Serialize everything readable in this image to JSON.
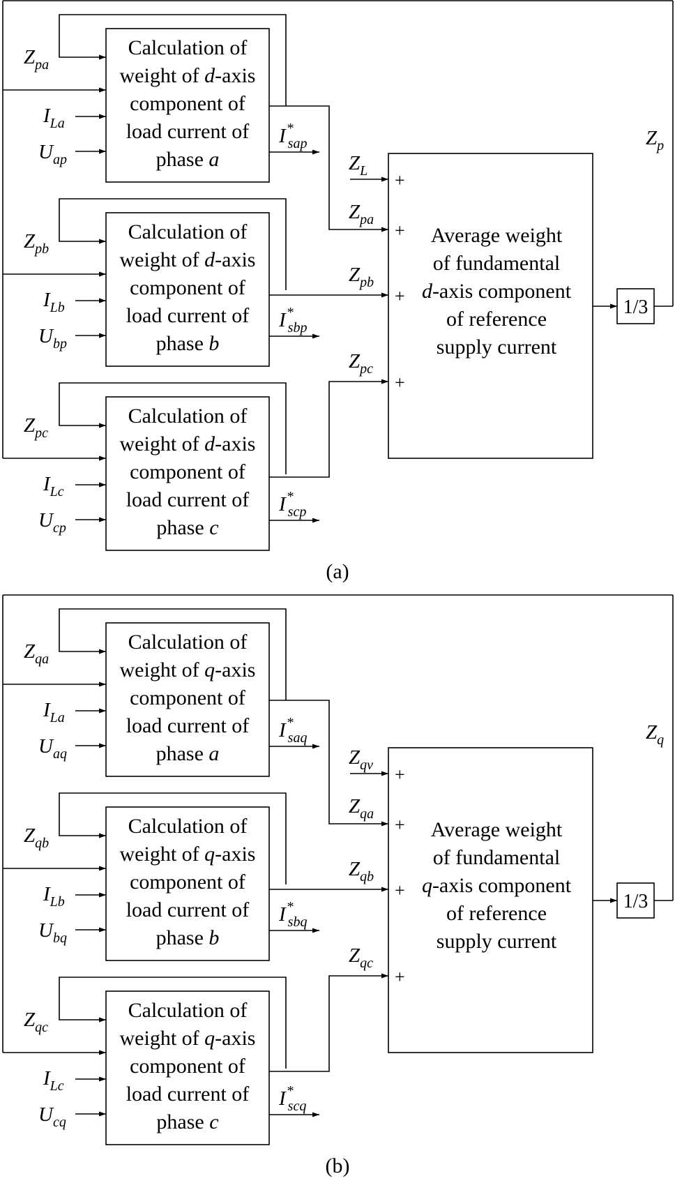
{
  "panels": [
    {
      "caption": "(a)",
      "phase_blocks": [
        {
          "lines": [
            {
              "t": "Calculation of"
            },
            {
              "t": "weight of ",
              "i": "d",
              "s": "-axis"
            },
            {
              "t": "component of"
            },
            {
              "t": "load current of"
            },
            {
              "t": "phase ",
              "i": "a"
            }
          ],
          "feedback_label": {
            "m": "Z",
            "s": "pa"
          },
          "input_I": {
            "m": "I",
            "s": "La"
          },
          "input_U": {
            "m": "U",
            "s": "ap"
          },
          "output": {
            "m": "I",
            "s": "sap",
            "sup": "*"
          }
        },
        {
          "lines": [
            {
              "t": "Calculation of"
            },
            {
              "t": "weight of ",
              "i": "d",
              "s": "-axis"
            },
            {
              "t": "component of"
            },
            {
              "t": "load current of"
            },
            {
              "t": "phase ",
              "i": "b"
            }
          ],
          "feedback_label": {
            "m": "Z",
            "s": "pb"
          },
          "input_I": {
            "m": "I",
            "s": "Lb"
          },
          "input_U": {
            "m": "U",
            "s": "bp"
          },
          "output": {
            "m": "I",
            "s": "sbp",
            "sup": "*"
          }
        },
        {
          "lines": [
            {
              "t": "Calculation of"
            },
            {
              "t": "weight of ",
              "i": "d",
              "s": "-axis"
            },
            {
              "t": "component of"
            },
            {
              "t": "load current of"
            },
            {
              "t": "phase ",
              "i": "c"
            }
          ],
          "feedback_label": {
            "m": "Z",
            "s": "pc"
          },
          "input_I": {
            "m": "I",
            "s": "Lc"
          },
          "input_U": {
            "m": "U",
            "s": "cp"
          },
          "output": {
            "m": "I",
            "s": "scp",
            "sup": "*"
          }
        }
      ],
      "average_block": {
        "lines": [
          {
            "t": "Average weight"
          },
          {
            "t": "of fundamental"
          },
          {
            "i": "d",
            "s": "-axis component"
          },
          {
            "t": "of reference"
          },
          {
            "t": "supply current"
          }
        ],
        "inputs": [
          {
            "label": {
              "m": "Z",
              "s": "L"
            },
            "sign": "+"
          },
          {
            "label": {
              "m": "Z",
              "s": "pa"
            },
            "sign": "+"
          },
          {
            "label": {
              "m": "Z",
              "s": "pb"
            },
            "sign": "+"
          },
          {
            "label": {
              "m": "Z",
              "s": "pc"
            },
            "sign": "+"
          }
        ]
      },
      "gain": "1/3",
      "feedback_output": {
        "m": "Z",
        "s": "p"
      }
    },
    {
      "caption": "(b)",
      "phase_blocks": [
        {
          "lines": [
            {
              "t": "Calculation of"
            },
            {
              "t": "weight of ",
              "i": "q",
              "s": "-axis"
            },
            {
              "t": "component of"
            },
            {
              "t": "load current of"
            },
            {
              "t": "phase ",
              "i": "a"
            }
          ],
          "feedback_label": {
            "m": "Z",
            "s": "qa"
          },
          "input_I": {
            "m": "I",
            "s": "La"
          },
          "input_U": {
            "m": "U",
            "s": "aq"
          },
          "output": {
            "m": "I",
            "s": "saq",
            "sup": "*"
          }
        },
        {
          "lines": [
            {
              "t": "Calculation of"
            },
            {
              "t": "weight of ",
              "i": "q",
              "s": "-axis"
            },
            {
              "t": "component of"
            },
            {
              "t": "load current of"
            },
            {
              "t": "phase ",
              "i": "b"
            }
          ],
          "feedback_label": {
            "m": "Z",
            "s": "qb"
          },
          "input_I": {
            "m": "I",
            "s": "Lb"
          },
          "input_U": {
            "m": "U",
            "s": "bq"
          },
          "output": {
            "m": "I",
            "s": "sbq",
            "sup": "*"
          }
        },
        {
          "lines": [
            {
              "t": "Calculation of"
            },
            {
              "t": "weight of ",
              "i": "q",
              "s": "-axis"
            },
            {
              "t": "component of"
            },
            {
              "t": "load current of"
            },
            {
              "t": "phase ",
              "i": "c"
            }
          ],
          "feedback_label": {
            "m": "Z",
            "s": "qc"
          },
          "input_I": {
            "m": "I",
            "s": "Lc"
          },
          "input_U": {
            "m": "U",
            "s": "cq"
          },
          "output": {
            "m": "I",
            "s": "scq",
            "sup": "*"
          }
        }
      ],
      "average_block": {
        "lines": [
          {
            "t": "Average weight"
          },
          {
            "t": "of fundamental"
          },
          {
            "i": "q",
            "s": "-axis component"
          },
          {
            "t": "of reference"
          },
          {
            "t": "supply current"
          }
        ],
        "inputs": [
          {
            "label": {
              "m": "Z",
              "s": "qv"
            },
            "sign": "+"
          },
          {
            "label": {
              "m": "Z",
              "s": "qa"
            },
            "sign": "+"
          },
          {
            "label": {
              "m": "Z",
              "s": "qb"
            },
            "sign": "+"
          },
          {
            "label": {
              "m": "Z",
              "s": "qc"
            },
            "sign": "+"
          }
        ]
      },
      "gain": "1/3",
      "feedback_output": {
        "m": "Z",
        "s": "q"
      }
    }
  ]
}
